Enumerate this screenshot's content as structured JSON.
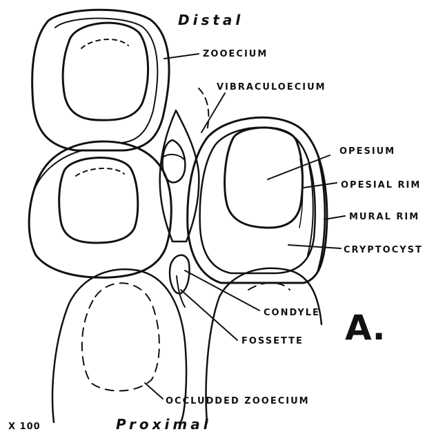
{
  "orientation": {
    "top": "Distal",
    "bottom": "Proximal"
  },
  "panel_letter": "A.",
  "magnification": "X 100",
  "labels": {
    "zooecium": "ZOOECIUM",
    "vibraculoecium": "VIBRACULOECIUM",
    "opesium": "OPESIUM",
    "opesial_rim": "OPESIAL RIM",
    "mural_rim": "MURAL RIM",
    "cryptocyst": "CRYPTOCYST",
    "condyle": "CONDYLE",
    "fossette": "FOSSETTE",
    "occluded_zooecium": "OCCLUDDED ZOOECIUM"
  }
}
